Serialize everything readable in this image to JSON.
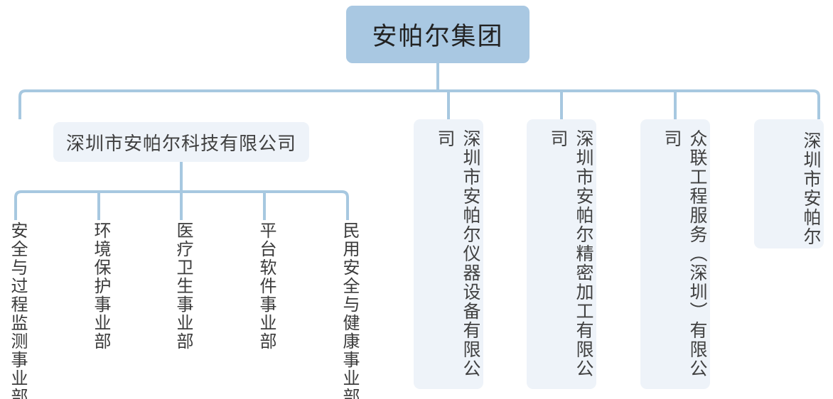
{
  "theme": {
    "root_fill": "#a9c8e2",
    "node_fill": "#eef3f9",
    "connector_color": "#a7c8e0",
    "text_color": "#333333",
    "background": "#ffffff"
  },
  "org": {
    "root": {
      "label": "安帕尔集团"
    },
    "level2": [
      {
        "label": "深圳市安帕尔科技有限公司",
        "orientation": "horizontal"
      },
      {
        "label": "深圳市安帕尔仪器设备有限公司",
        "orientation": "vertical"
      },
      {
        "label": "深圳市安帕尔精密加工有限公司",
        "orientation": "vertical"
      },
      {
        "label": "众联工程服务（深圳）有限公司",
        "orientation": "vertical"
      },
      {
        "label": "深圳市安帕尔",
        "orientation": "vertical"
      }
    ],
    "departments": [
      {
        "label": "安全与过程监测事业部"
      },
      {
        "label": "环境保护事业部"
      },
      {
        "label": "医疗卫生事业部"
      },
      {
        "label": "平台软件事业部"
      },
      {
        "label": "民用安全与健康事业部"
      }
    ]
  }
}
